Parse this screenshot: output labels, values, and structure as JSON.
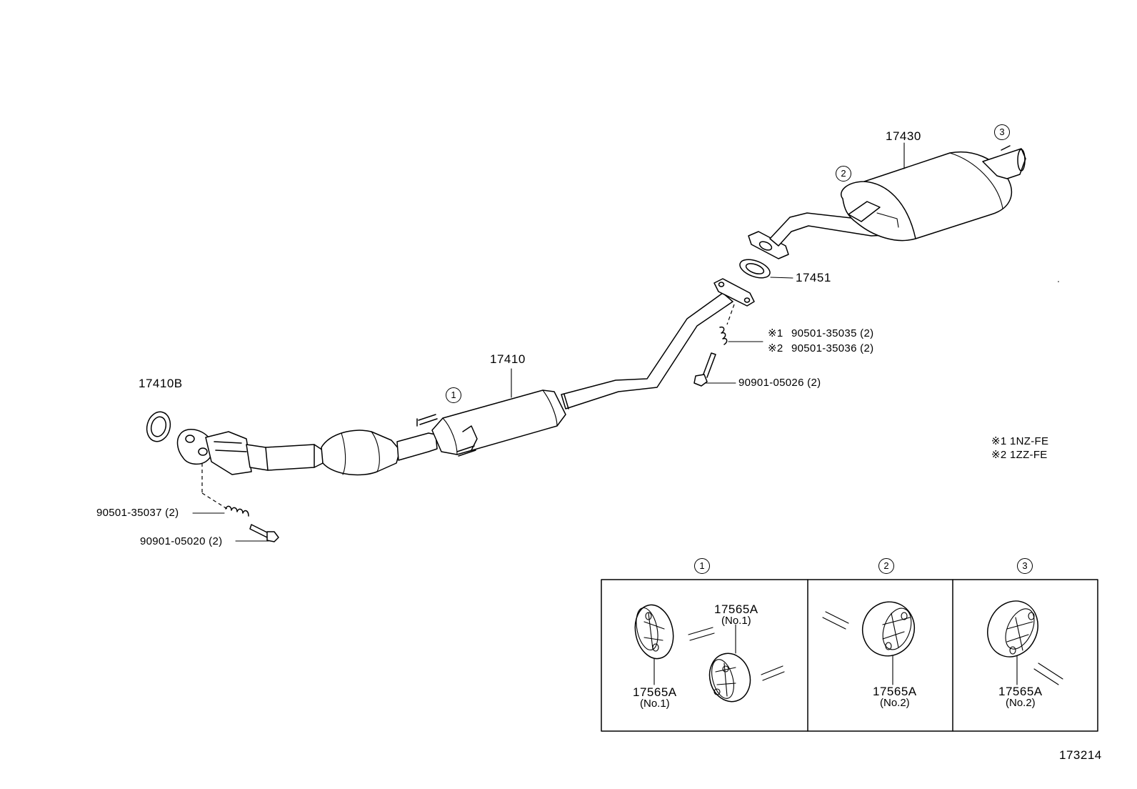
{
  "parts": {
    "front_pipe": "17410B",
    "center_pipe": "17410",
    "tail_pipe": "17430",
    "gasket": "17451",
    "spring_left": "90501-35037 (2)",
    "bolt_left": "90901-05020 (2)",
    "spring_right_1": "90501-35035 (2)",
    "spring_right_2": "90501-35036 (2)",
    "bolt_right": "90901-05026 (2)"
  },
  "markers": {
    "m1": "1",
    "m2": "2",
    "m3": "3",
    "note_symbol_1": "※1",
    "note_symbol_2": "※2"
  },
  "notes": {
    "n1": "※1  1NZ-FE",
    "n2": "※2  1ZZ-FE"
  },
  "hangers": {
    "panel_1": {
      "marker": "1",
      "label_a": "17565A",
      "sub_a": "(No.1)",
      "label_b": "17565A",
      "sub_b": "(No.1)"
    },
    "panel_2": {
      "marker": "2",
      "label": "17565A",
      "sub": "(No.2)"
    },
    "panel_3": {
      "marker": "3",
      "label": "17565A",
      "sub": "(No.2)"
    }
  },
  "figure_number": "173214"
}
